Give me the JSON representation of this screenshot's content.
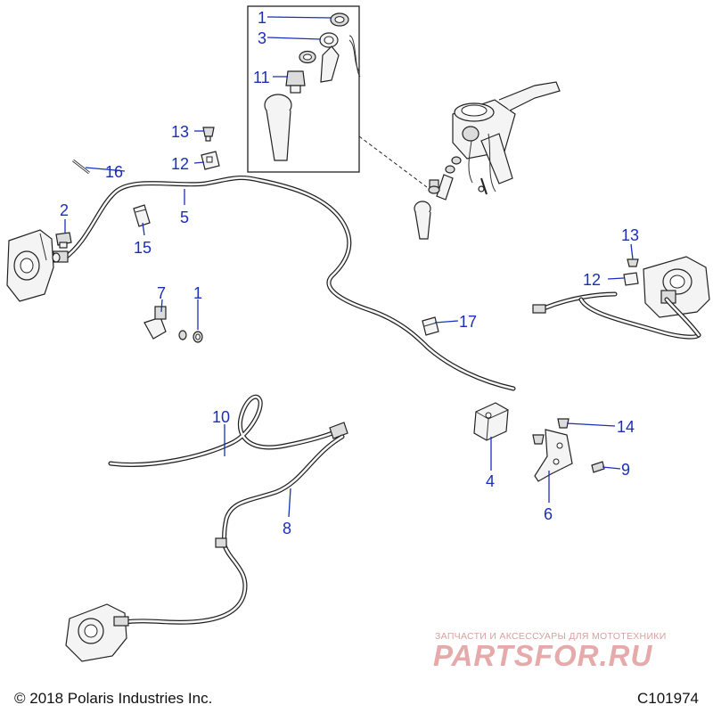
{
  "callouts": {
    "c1_top": "1",
    "c3": "3",
    "c11": "11",
    "c13_left": "13",
    "c12_left": "12",
    "c16": "16",
    "c2": "2",
    "c5": "5",
    "c15": "15",
    "c7": "7",
    "c1_mid": "1",
    "c17": "17",
    "c13_right": "13",
    "c12_right": "12",
    "c10": "10",
    "c14": "14",
    "c9": "9",
    "c4": "4",
    "c6": "6",
    "c8": "8"
  },
  "footer": {
    "copyright": "© 2018 Polaris Industries Inc.",
    "code": "C101974"
  },
  "watermark": {
    "tagline": "ЗАПЧАСТИ И АКСЕССУАРЫ ДЛЯ МОТОТЕХНИКИ",
    "logo": "PARTSFOR.RU"
  },
  "colors": {
    "callout": "#1a2fb8",
    "watermark": "#e6aaaa"
  }
}
